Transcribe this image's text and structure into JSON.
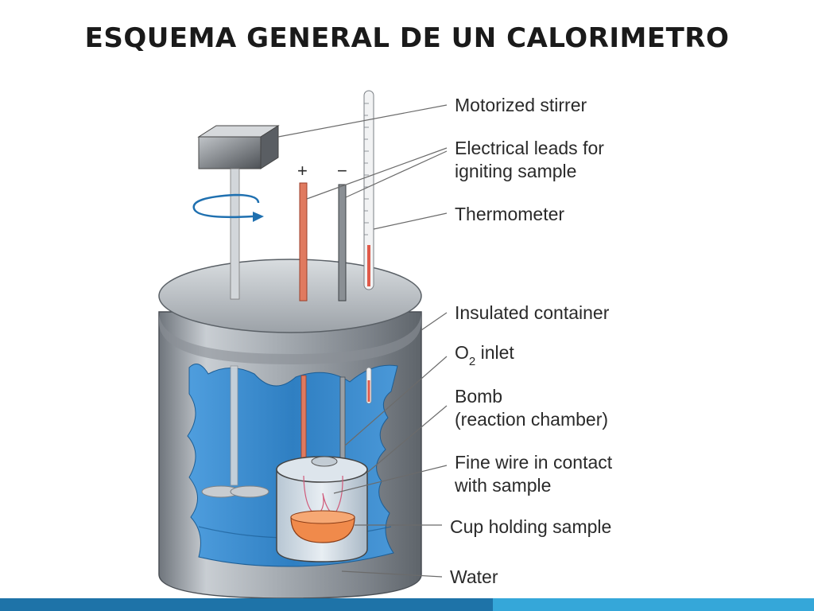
{
  "slide": {
    "title": "ESQUEMA GENERAL DE UN CALORIMETRO"
  },
  "diagram": {
    "electrode_signs": {
      "positive": "+",
      "negative": "−"
    },
    "labels": {
      "motorized_stirrer": "Motorized stirrer",
      "electrical_leads_line1": "Electrical leads for",
      "electrical_leads_line2": "igniting sample",
      "thermometer": "Thermometer",
      "insulated_container": "Insulated container",
      "o2_inlet_main": "O",
      "o2_inlet_sub": "2",
      "o2_inlet_rest": " inlet",
      "bomb_line1": "Bomb",
      "bomb_line2": "(reaction chamber)",
      "fine_wire_line1": "Fine wire in contact",
      "fine_wire_line2": "with sample",
      "cup": "Cup holding sample",
      "water": "Water"
    }
  },
  "colors": {
    "water": "#3d8fd1",
    "container_steel": "#9aa0a6",
    "positive_lead": "#e07a5f",
    "sample": "#f08a4b",
    "accent_bar_dark": "#1e73a8",
    "accent_bar_light": "#35a7d9"
  }
}
